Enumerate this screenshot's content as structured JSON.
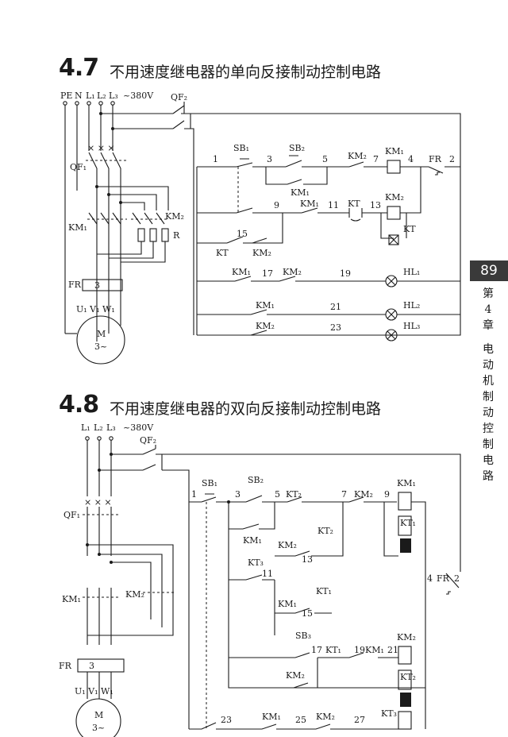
{
  "page_number": "89",
  "side_caption": [
    "第",
    "4",
    "章",
    "电",
    "动",
    "机",
    "制",
    "动",
    "控",
    "制",
    "电",
    "路"
  ],
  "section_a": {
    "number": "4.7",
    "title": "不用速度继电器的单向反接制动控制电路",
    "supply_labels": [
      "PE",
      "N",
      "L1",
      "L2",
      "L3"
    ],
    "voltage": "~380V",
    "components": {
      "qf1": "QF1",
      "qf2": "QF2",
      "km1": "KM1",
      "km2": "KM2",
      "r": "R",
      "fr": "FR",
      "fr_num": "3",
      "terminals": "U1 V1 W1",
      "motor": "M",
      "motor_sub": "3~",
      "sb1": "SB1",
      "sb2": "SB2",
      "kt": "KT",
      "hl1": "HL1",
      "hl2": "HL2",
      "hl3": "HL3"
    },
    "nodes": [
      "1",
      "3",
      "5",
      "7",
      "4",
      "2",
      "9",
      "11",
      "13",
      "15",
      "17",
      "19",
      "21",
      "23"
    ]
  },
  "section_b": {
    "number": "4.8",
    "title": "不用速度继电器的双向反接制动控制电路",
    "supply_labels": [
      "L1",
      "L2",
      "L3"
    ],
    "voltage": "~380V",
    "components": {
      "qf1": "QF1",
      "qf2": "QF2",
      "km1": "KM1",
      "km2": "KM2",
      "fr": "FR",
      "fr_num": "3",
      "terminals": "U1 V1 W1",
      "motor": "M",
      "motor_sub": "3~",
      "sb1": "SB1",
      "sb2": "SB2",
      "sb3": "SB3",
      "kt1": "KT1",
      "kt2": "KT2",
      "kt3": "KT3"
    },
    "nodes": [
      "1",
      "3",
      "5",
      "7",
      "9",
      "11",
      "13",
      "15",
      "17",
      "19",
      "21",
      "23",
      "25",
      "27",
      "4",
      "2"
    ]
  }
}
